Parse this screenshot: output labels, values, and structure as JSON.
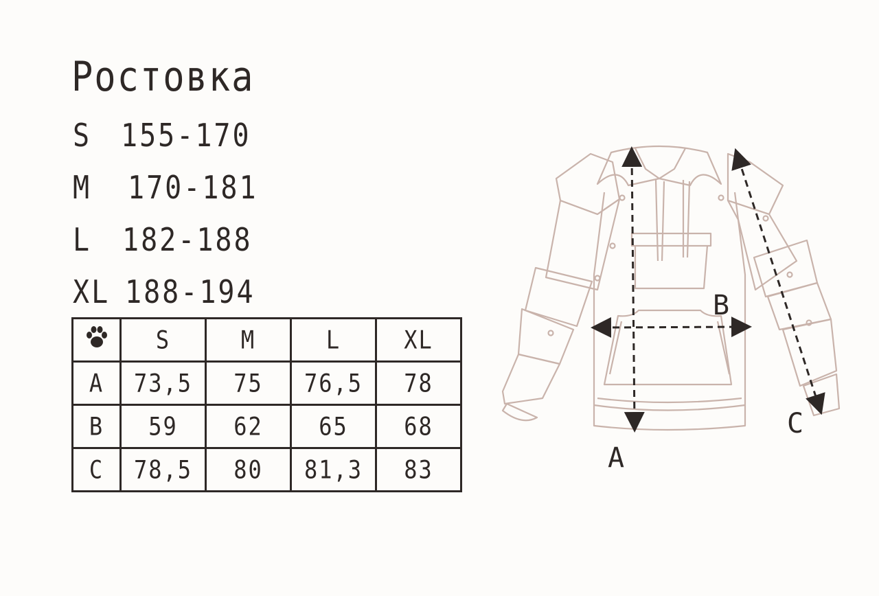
{
  "title": "Ростовка",
  "heights": [
    {
      "size": "S",
      "range": "155-170"
    },
    {
      "size": "M",
      "range": "170-181"
    },
    {
      "size": "L",
      "range": "182-188"
    },
    {
      "size": "XL",
      "range": "188-194"
    }
  ],
  "table": {
    "corner_icon": "paw-icon",
    "columns": [
      "S",
      "M",
      "L",
      "XL"
    ],
    "rows": [
      {
        "label": "A",
        "values": [
          "73,5",
          "75",
          "76,5",
          "78"
        ]
      },
      {
        "label": "B",
        "values": [
          "59",
          "62",
          "65",
          "68"
        ]
      },
      {
        "label": "C",
        "values": [
          "78,5",
          "80",
          "81,3",
          "83"
        ]
      }
    ]
  },
  "diagram": {
    "labels": {
      "a": "A",
      "b": "B",
      "c": "C"
    },
    "line_color": "#c9b3ab",
    "arrow_color": "#2e2826"
  }
}
